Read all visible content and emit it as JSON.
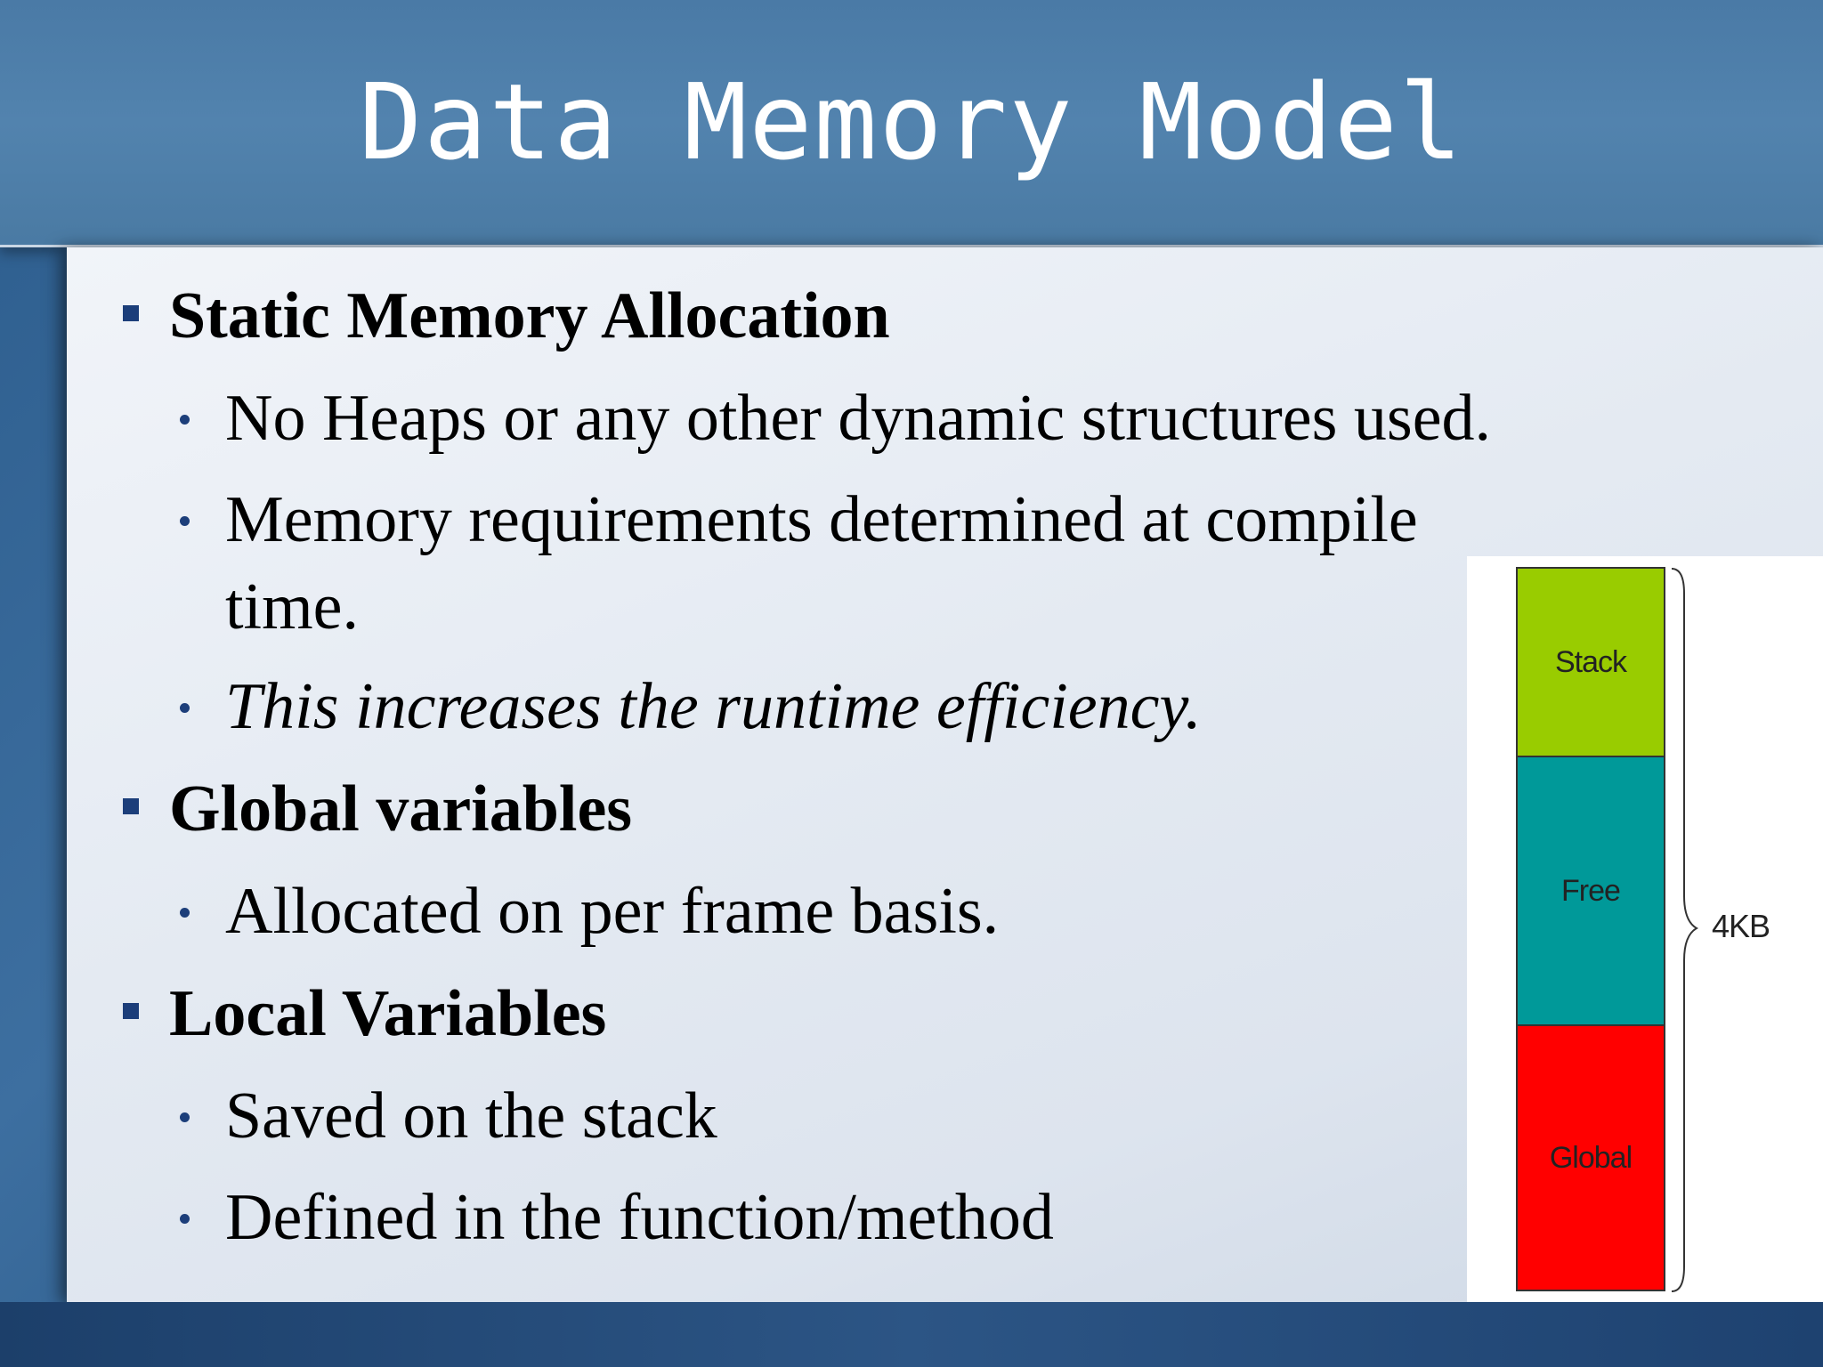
{
  "slide": {
    "title": "Data Memory Model",
    "bullets": [
      {
        "text": "Static Memory Allocation",
        "sub": [
          "No Heaps or any other dynamic structures used.",
          "Memory requirements determined at compile",
          "time.",
          "This increases the runtime efficiency."
        ]
      },
      {
        "text": "Global variables",
        "sub": [
          "Allocated on per frame basis."
        ]
      },
      {
        "text": "Local Variables",
        "sub": [
          "Saved on the stack",
          "Defined in the function/method"
        ]
      }
    ]
  },
  "diagram": {
    "segments": [
      {
        "label": "Stack",
        "color": "#99cc00"
      },
      {
        "label": "Free",
        "color": "#009999"
      },
      {
        "label": "Global",
        "color": "#ff0000"
      }
    ],
    "size_label": "4KB"
  },
  "colors": {
    "title_bar": "#5283ae",
    "bullet": "#1c3e7a"
  }
}
